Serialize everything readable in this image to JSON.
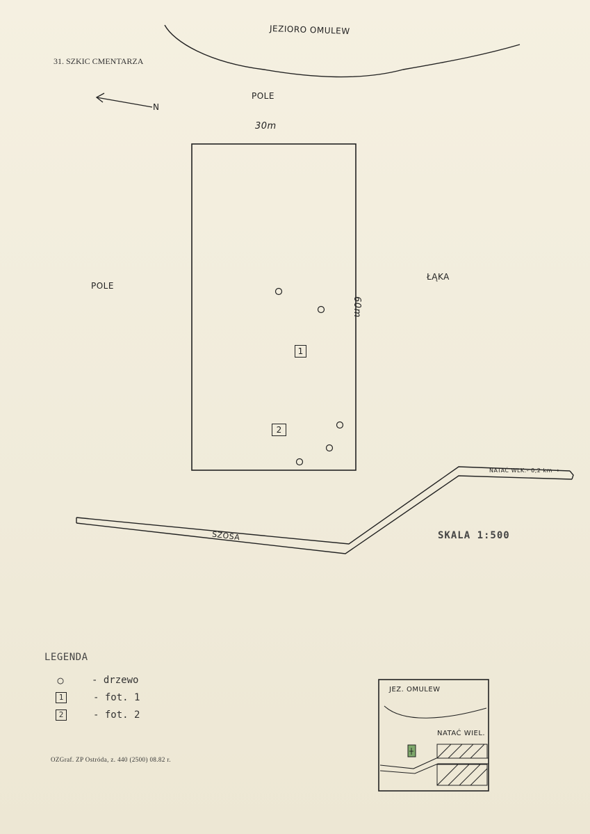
{
  "sheet": {
    "title": "31. SZKIC CMENTARZA",
    "imprint": "OZGraf. ZP Ostróda, z. 440 (2500) 08.82 r."
  },
  "labels": {
    "lake": "JEZIORO OMULEW",
    "field_top": "POLE",
    "field_left": "POLE",
    "meadow": "ŁĄKA",
    "width": "30m",
    "length": "60m",
    "road": "SZOSA",
    "village_direction": "NATAĆ WLK.- 0,2 km →",
    "north": "N"
  },
  "scale": "SKALA 1:500",
  "photo_marks": [
    {
      "label": "1"
    },
    {
      "label": "2"
    }
  ],
  "legend": {
    "title": "LEGENDA",
    "items": [
      {
        "symbol": "○",
        "text": "- drzewo"
      },
      {
        "symbol": "1",
        "text": "- fot. 1"
      },
      {
        "symbol": "2",
        "text": "- fot. 2"
      }
    ]
  },
  "inset": {
    "lake": "JEZ. OMULEW",
    "village": "NATAĆ WIEL."
  },
  "colors": {
    "paper": "#f3eede",
    "ink": "#1a1a1a",
    "inset_marker": "#7ea86b"
  }
}
